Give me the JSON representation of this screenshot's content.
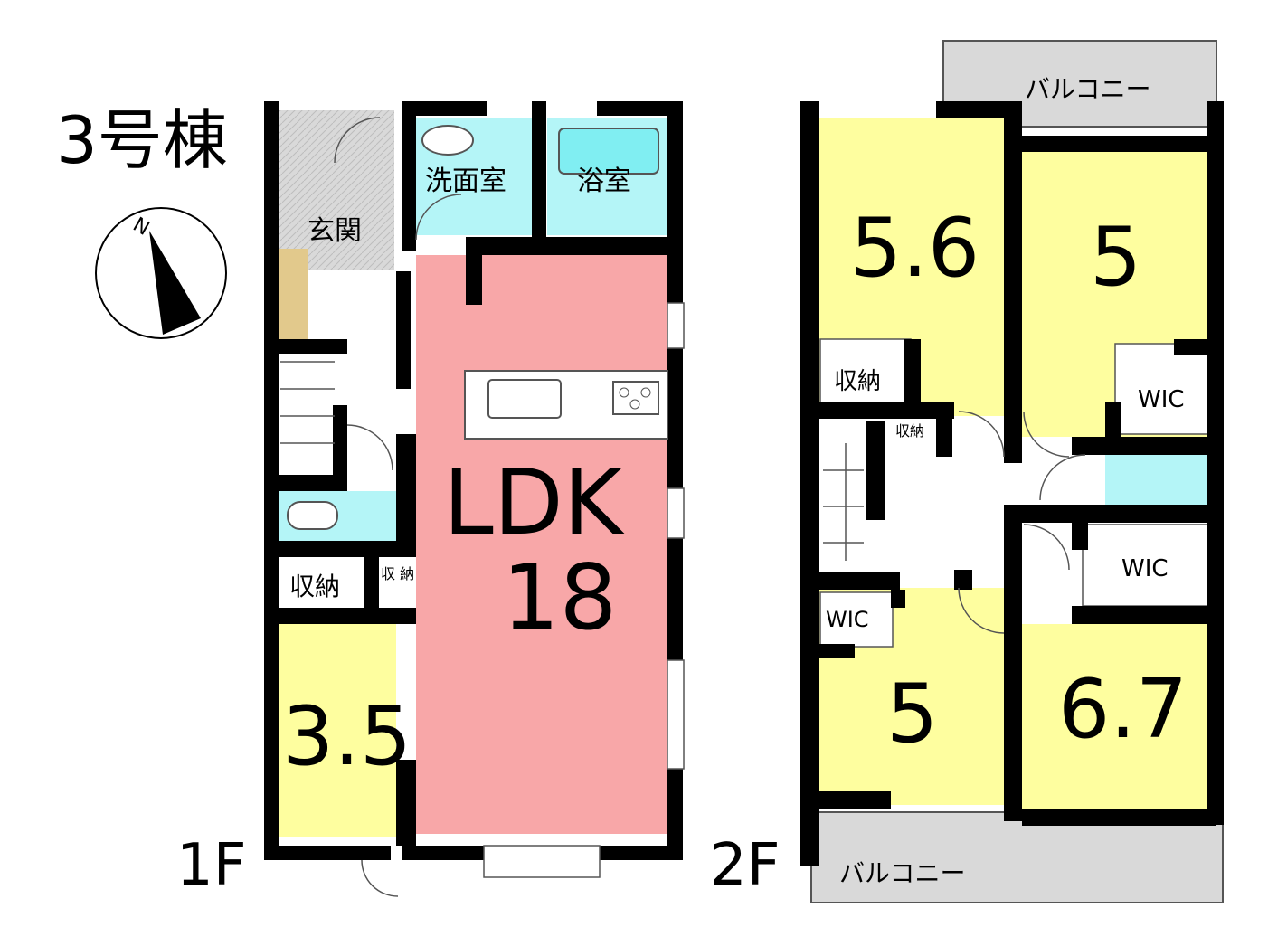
{
  "building": "3号棟",
  "compass": {
    "north_label": "N"
  },
  "floors": [
    {
      "label": "1F",
      "rooms": [
        {
          "id": "genkan",
          "name": "玄関",
          "color": "#d9d9d9"
        },
        {
          "id": "senmen",
          "name": "洗面室",
          "color": "#b4f5f7"
        },
        {
          "id": "yokushitsu",
          "name": "浴室",
          "color": "#b4f5f7"
        },
        {
          "id": "ldk",
          "name": "LDK",
          "size": "18",
          "color": "#f8a7a8"
        },
        {
          "id": "toilet1",
          "name": "",
          "color": "#b4f5f7"
        },
        {
          "id": "storage1",
          "name": "収納"
        },
        {
          "id": "storage1b",
          "name": "収\n納"
        },
        {
          "id": "room35",
          "name": "",
          "size": "3.5",
          "color": "#fefe9f"
        }
      ]
    },
    {
      "label": "2F",
      "rooms": [
        {
          "id": "balcony_top",
          "name": "バルコニー",
          "color": "#d9d9d9"
        },
        {
          "id": "room56",
          "size": "5.6",
          "color": "#fefe9f"
        },
        {
          "id": "room5a",
          "size": "5",
          "color": "#fefe9f"
        },
        {
          "id": "storage2a",
          "name": "収納"
        },
        {
          "id": "storage2b",
          "name": "収納"
        },
        {
          "id": "wic1",
          "name": "WIC"
        },
        {
          "id": "wic2",
          "name": "WIC"
        },
        {
          "id": "wic3",
          "name": "WIC"
        },
        {
          "id": "room5b",
          "size": "5",
          "color": "#fefe9f"
        },
        {
          "id": "room67",
          "size": "6.7",
          "color": "#fefe9f"
        },
        {
          "id": "toilet2",
          "name": "",
          "color": "#b4f5f7"
        },
        {
          "id": "balcony_bottom",
          "name": "バルコニー",
          "color": "#d9d9d9"
        }
      ]
    }
  ],
  "colors": {
    "wall": "#000000",
    "wet": "#b4f5f7",
    "ldk": "#f8a7a8",
    "room": "#fefe9f",
    "entry": "#d9d9d9",
    "stair": "#e2c98c"
  }
}
